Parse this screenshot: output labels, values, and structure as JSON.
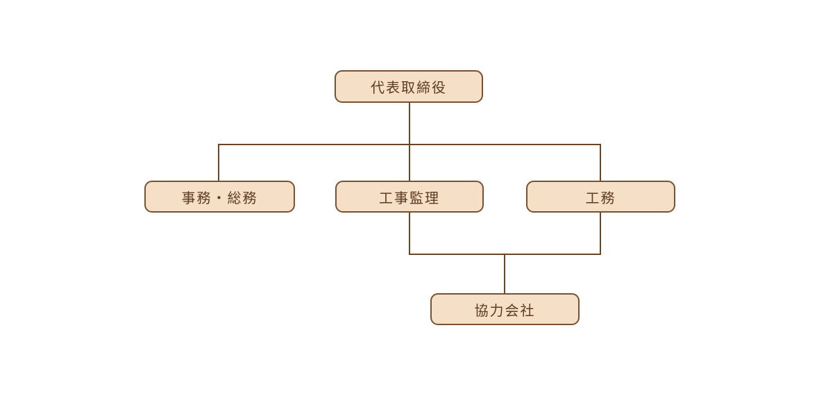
{
  "diagram": {
    "type": "org-chart",
    "nodes": [
      {
        "id": "ceo",
        "label": "代表取締役",
        "level": 1
      },
      {
        "id": "admin-general-affairs",
        "label": "事務・総務",
        "level": 2
      },
      {
        "id": "construction-supervision",
        "label": "工事監理",
        "level": 2
      },
      {
        "id": "works",
        "label": "工務",
        "level": 2
      },
      {
        "id": "partner-companies",
        "label": "協力会社",
        "level": 3
      }
    ],
    "edges": [
      {
        "from": "ceo",
        "to": "admin-general-affairs"
      },
      {
        "from": "ceo",
        "to": "construction-supervision"
      },
      {
        "from": "ceo",
        "to": "works"
      },
      {
        "from": "construction-supervision",
        "to": "partner-companies"
      },
      {
        "from": "works",
        "to": "partner-companies"
      }
    ],
    "colors": {
      "node_fill": "#f5dfc6",
      "node_border": "#7a5130",
      "node_text": "#5d3b21",
      "connector": "#6b4425",
      "background": "#ffffff"
    }
  }
}
